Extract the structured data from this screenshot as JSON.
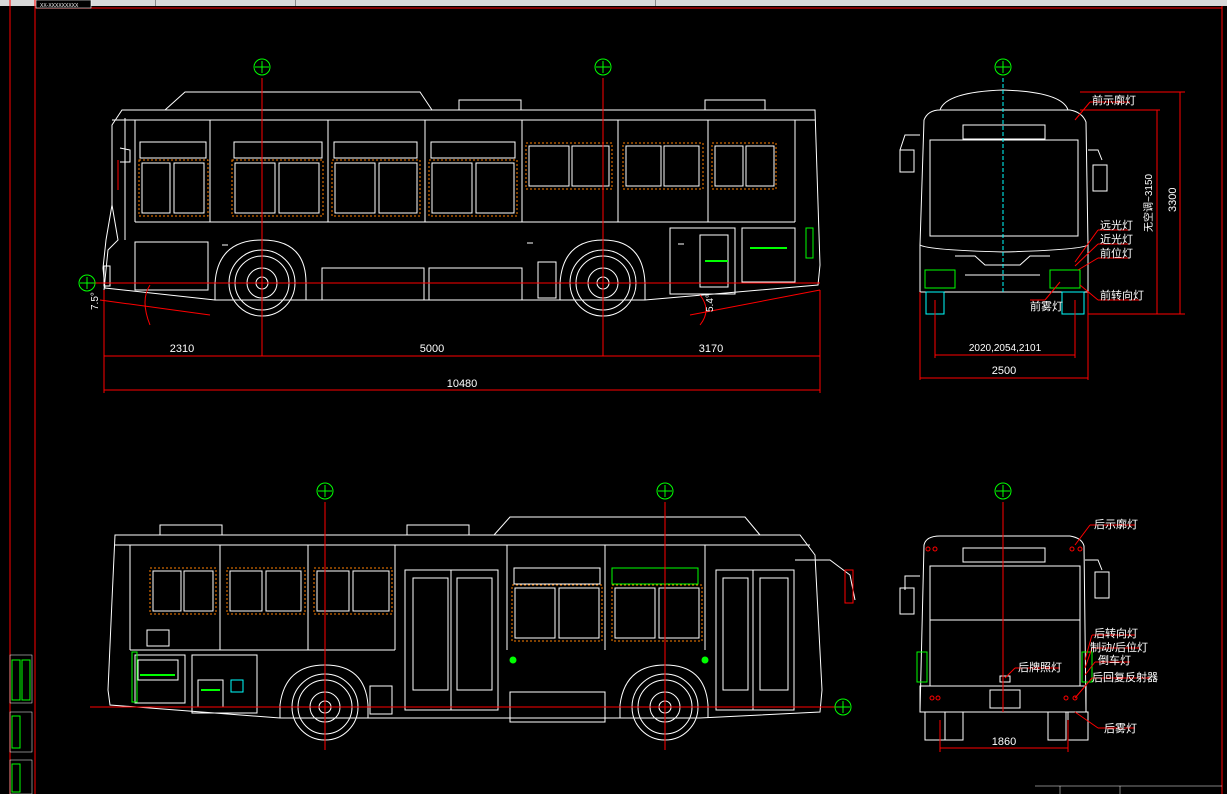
{
  "app": {
    "title_block_text": "XX-XXXXXXXXX"
  },
  "colors": {
    "background": "#000000",
    "outline": "#ffffff",
    "axis": "#ff0000",
    "dimension": "#ff0000",
    "label": "#ffffff",
    "center_mark": "#00ff00",
    "leader": "#ff0000",
    "window_frame": "#ff8000"
  },
  "side_view_top": {
    "dimensions": {
      "front_overhang": "2310",
      "wheelbase": "5000",
      "rear_overhang": "3170",
      "overall_length": "10480",
      "approach_angle": "7.5°",
      "departure_angle": "5.4°"
    }
  },
  "front_view": {
    "dimensions": {
      "track": "2020,2054,2101",
      "width": "2500",
      "height": "3300",
      "unladen_height": "无空调~3150"
    },
    "lamps": {
      "marker_lamp": "前示廓灯",
      "high_beam": "远光灯",
      "low_beam": "近光灯",
      "position_lamp": "前位灯",
      "turn_lamp": "前转向灯",
      "fog_lamp": "前雾灯"
    }
  },
  "rear_view": {
    "dimensions": {
      "rear_track": "1860"
    },
    "lamps": {
      "marker_lamp": "后示廓灯",
      "turn_lamp": "后转向灯",
      "brake_position": "制动/后位灯",
      "reverse_lamp": "倒车灯",
      "reflector": "后回复反射器",
      "plate_lamp": "后牌照灯",
      "fog_lamp": "后雾灯"
    }
  }
}
